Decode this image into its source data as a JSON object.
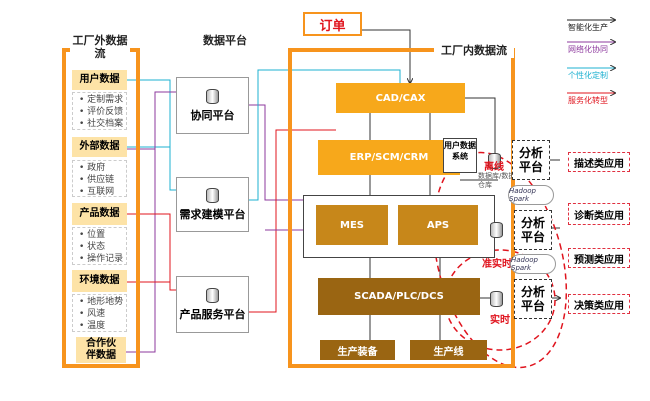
{
  "external": {
    "title": "工厂外数据流",
    "sources": [
      {
        "label": "用户数据",
        "items": [
          "定制需求",
          "评价反馈",
          "社交档案"
        ]
      },
      {
        "label": "外部数据",
        "items": [
          "政府",
          "供应链",
          "互联网"
        ]
      },
      {
        "label": "产品数据",
        "items": [
          "位置",
          "状态",
          "操作记录"
        ]
      },
      {
        "label": "环境数据",
        "items": [
          "地形地势",
          "风速",
          "温度"
        ]
      },
      {
        "label": "合作伙伴数据",
        "items": []
      }
    ]
  },
  "platform": {
    "title": "数据平台",
    "items": [
      "协同平台",
      "需求建模平台",
      "产品服务平台"
    ]
  },
  "internal": {
    "title": "工厂内数据流",
    "order": "订单",
    "cad": "CAD/CAX",
    "erp": "ERP/SCM/CRM",
    "user_system": "用户数据系统",
    "mes": "MES",
    "aps": "APS",
    "scada": "SCADA/PLC/DCS",
    "equipment": "生产装备",
    "line": "生产线",
    "db_caption": "数据库/数据仓库"
  },
  "analysis": {
    "label": "分析平台",
    "cloud": "Hadoop Spark",
    "modes": [
      "离线",
      "准实时",
      "实时"
    ]
  },
  "apps": [
    "描述类应用",
    "诊断类应用",
    "预测类应用",
    "决策类应用"
  ],
  "legend": [
    {
      "label": "智能化生产",
      "color": "#222222"
    },
    {
      "label": "网络化协同",
      "color": "#8e3a9e"
    },
    {
      "label": "个性化定制",
      "color": "#1cb0d0"
    },
    {
      "label": "服务化转型",
      "color": "#e0141e"
    }
  ]
}
